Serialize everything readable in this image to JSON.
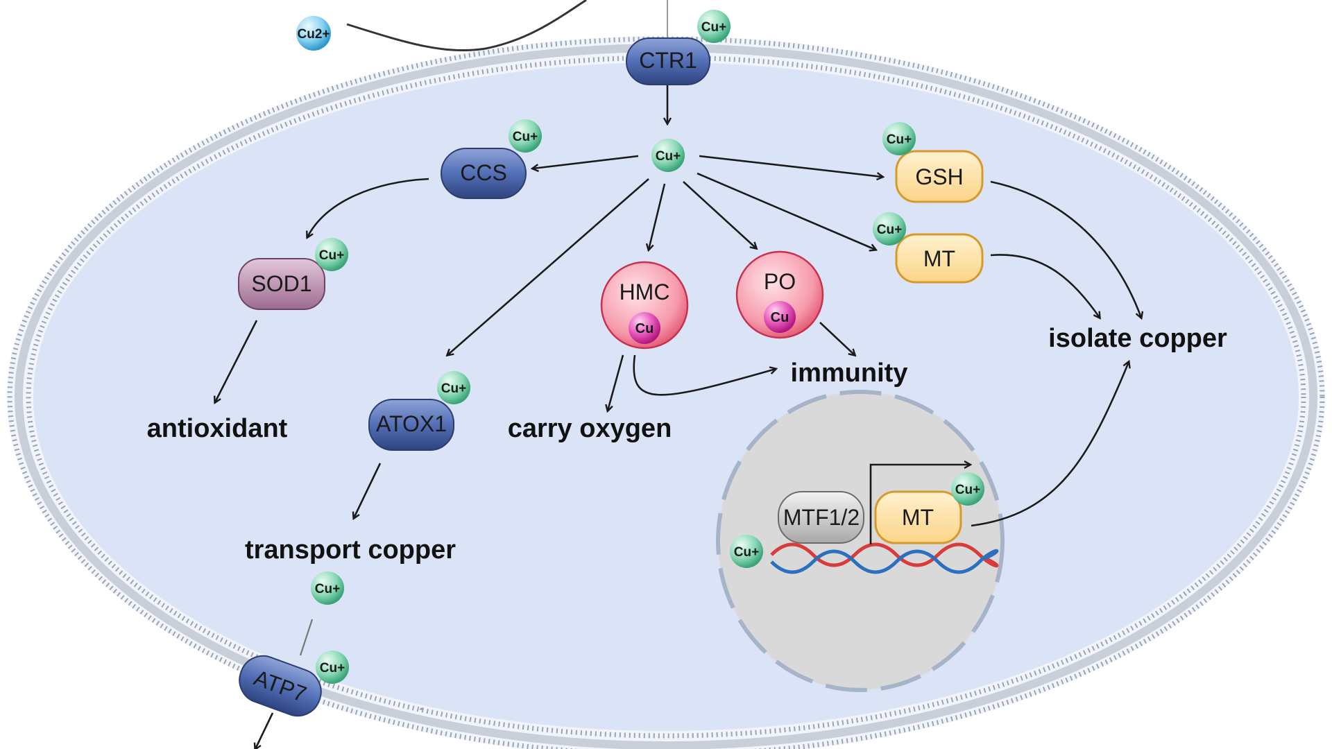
{
  "ions": {
    "cu2": "Cu2+",
    "cu1": "Cu+",
    "cu": "Cu"
  },
  "proteins": {
    "ctr1": "CTR1",
    "ccs": "CCS",
    "gsh": "GSH",
    "mt": "MT",
    "sod1": "SOD1",
    "hmc": "HMC",
    "po": "PO",
    "atox1": "ATOX1",
    "mtf": "MTF1/2",
    "mt_nuclear": "MT",
    "atp7": "ATP7"
  },
  "outcomes": {
    "antioxidant": "antioxidant",
    "carry_oxygen": "carry oxygen",
    "immunity": "immunity",
    "isolate_copper": "isolate copper",
    "transport_copper": "transport copper"
  },
  "colors": {
    "cytoplasm": "#dbe4f7",
    "membrane": "#aeb7c7",
    "nucleus": "#d9d9d9",
    "blue_protein": "#3f5a9e",
    "orange_protein": "#f7c460",
    "purple_protein": "#9a6688",
    "red_protein": "#ef6f86",
    "cu_ion": "#5fc79a",
    "cu2_ion": "#4eb6e6",
    "cu_bound": "#d63aa0"
  }
}
